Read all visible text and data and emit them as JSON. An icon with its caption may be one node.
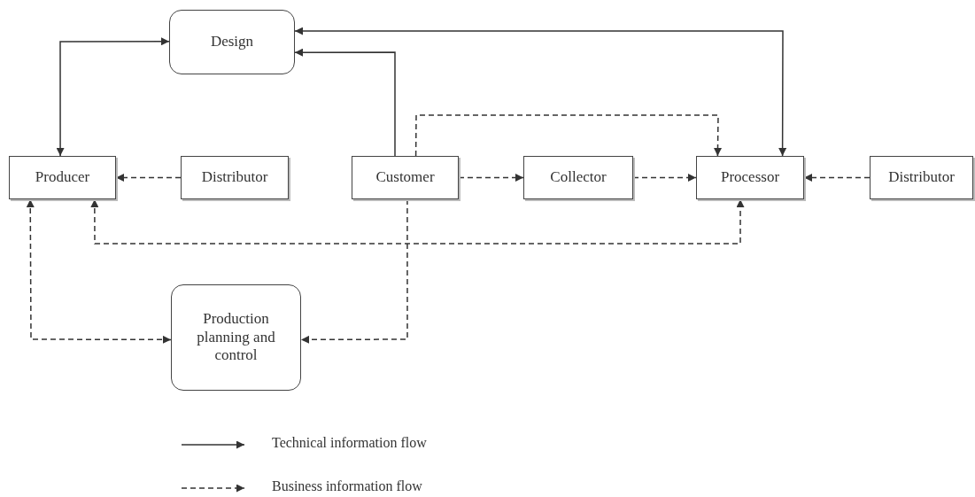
{
  "diagram": {
    "nodes": [
      {
        "text": [
          "Design"
        ]
      },
      {
        "text": [
          "Producer"
        ]
      },
      {
        "text": [
          "Distributor"
        ]
      },
      {
        "text": [
          "Customer"
        ]
      },
      {
        "text": [
          "Collector"
        ]
      },
      {
        "text": [
          "Processor"
        ]
      },
      {
        "text": [
          "Distributor"
        ]
      },
      {
        "text": [
          "Production planning and control"
        ]
      }
    ],
    "edges": [
      {
        "from": 1,
        "to": 0,
        "arrow": "both"
      },
      {
        "from": 3,
        "to": 0,
        "arrow": "to"
      },
      {
        "from": 0,
        "to": 5,
        "arrow": "both"
      },
      {
        "from": 2,
        "to": 1,
        "arrow": "to",
        "style": "dashed"
      },
      {
        "from": 3,
        "to": 4,
        "arrow": "to",
        "style": "dashed"
      },
      {
        "from": 4,
        "to": 5,
        "arrow": "to",
        "style": "dashed"
      },
      {
        "from": 6,
        "to": 5,
        "arrow": "to",
        "style": "dashed"
      },
      {
        "from": 3,
        "to": 5,
        "arrow": "to",
        "style": "dashed"
      },
      {
        "from": 1,
        "to": 5,
        "arrow": "both",
        "style": "dashed"
      },
      {
        "from": 1,
        "to": 7,
        "arrow": "both",
        "style": "dashed"
      },
      {
        "from": 3,
        "to": 7,
        "arrow": "to",
        "style": "dashed"
      }
    ],
    "legend": [
      {
        "text": "Technical information flow"
      },
      {
        "text": "Business information flow"
      }
    ]
  }
}
